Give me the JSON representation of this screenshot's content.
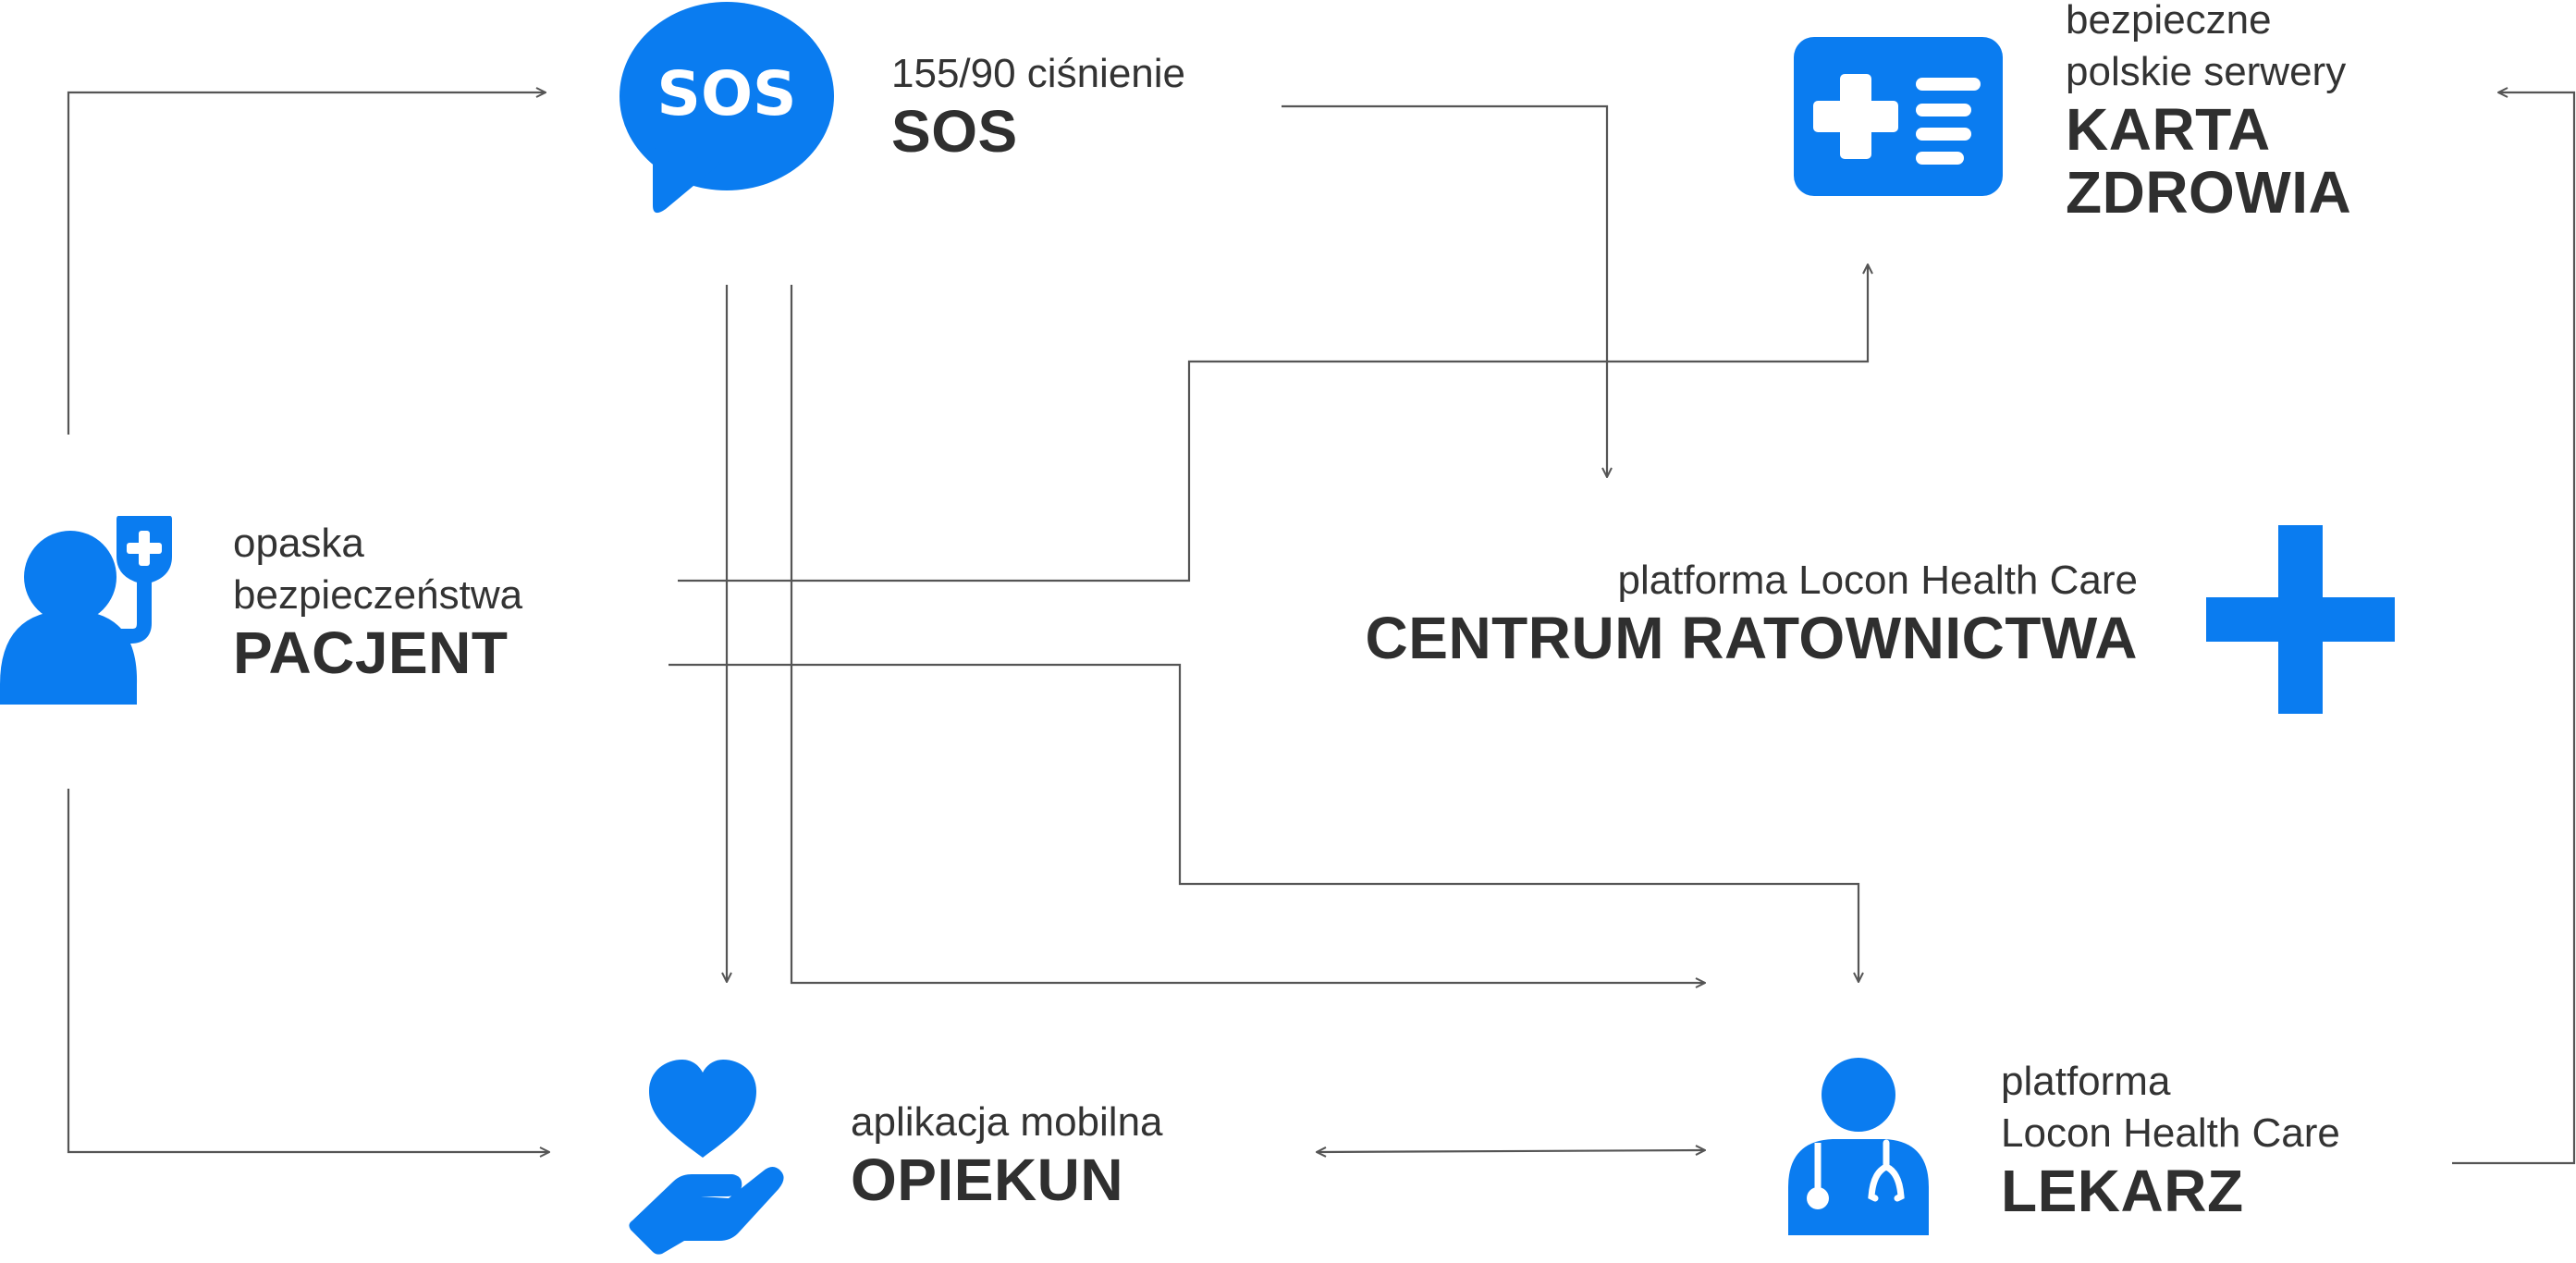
{
  "colors": {
    "accent": "#0A7CF0",
    "line": "#555555",
    "text": "#333333"
  },
  "nodes": {
    "sos": {
      "icon": "speech-bubble-sos-icon",
      "icon_text": "SOS",
      "subtitle": "155/90 ciśnienie",
      "title": "SOS"
    },
    "karta": {
      "icon": "medical-card-icon",
      "subtitle_line1": "bezpieczne",
      "subtitle_line2": "polskie serwery",
      "title_line1": "KARTA",
      "title_line2": "ZDROWIA"
    },
    "pacjent": {
      "icon": "patient-wristband-icon",
      "subtitle_line1": "opaska",
      "subtitle_line2": "bezpieczeństwa",
      "title": "PACJENT"
    },
    "centrum": {
      "icon": "medical-cross-icon",
      "subtitle": "platforma Locon Health Care",
      "title": "CENTRUM RATOWNICTWA"
    },
    "opiekun": {
      "icon": "heart-hand-icon",
      "subtitle": "aplikacja mobilna",
      "title": "OPIEKUN"
    },
    "lekarz": {
      "icon": "doctor-stethoscope-icon",
      "subtitle_line1": "platforma",
      "subtitle_line2": "Locon Health Care",
      "title": "LEKARZ"
    }
  }
}
